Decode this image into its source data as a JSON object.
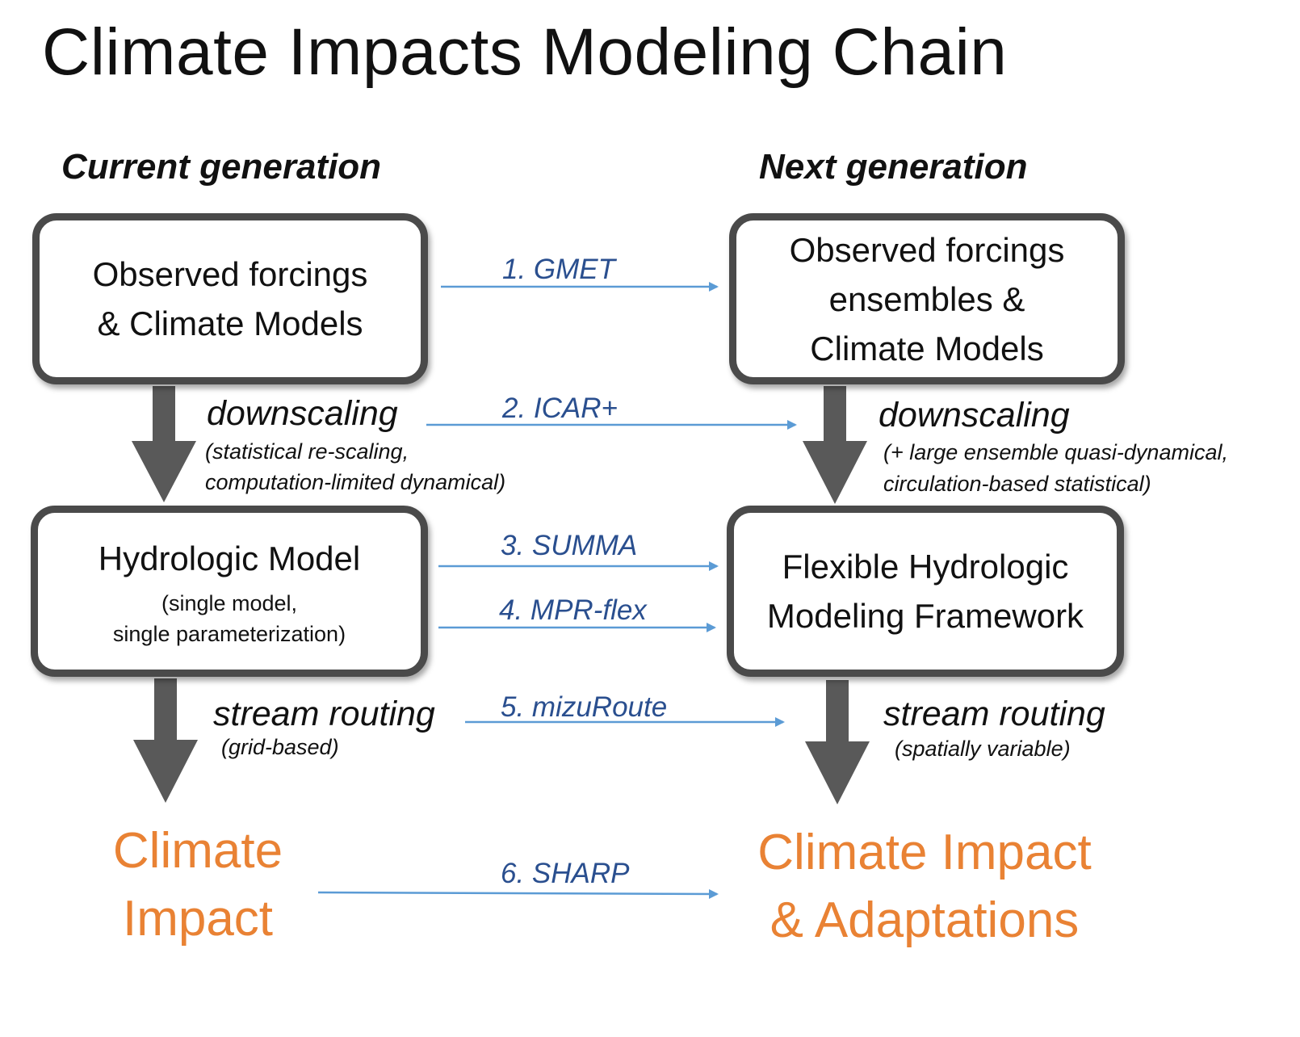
{
  "title": "Climate Impacts Modeling Chain",
  "columns": {
    "current": "Current generation",
    "next": "Next generation"
  },
  "current": {
    "forcings_box": [
      "Observed forcings",
      "& Climate Models"
    ],
    "downscaling": {
      "label": "downscaling",
      "notes": [
        "(statistical re-scaling,",
        "computation-limited dynamical)"
      ]
    },
    "hydro_box": {
      "title": "Hydrologic Model",
      "notes": [
        "(single model,",
        "single parameterization)"
      ]
    },
    "routing": {
      "label": "stream routing",
      "note": "(grid-based)"
    },
    "impact": [
      "Climate",
      "Impact"
    ]
  },
  "next": {
    "forcings_box": [
      "Observed forcings",
      "ensembles &",
      "Climate Models"
    ],
    "downscaling": {
      "label": "downscaling",
      "notes": [
        "(+ large ensemble quasi-dynamical,",
        "circulation-based statistical)"
      ]
    },
    "hydro_box": [
      "Flexible Hydrologic",
      "Modeling Framework"
    ],
    "routing": {
      "label": "stream routing",
      "note": "(spatially variable)"
    },
    "impact": [
      "Climate Impact",
      "& Adaptations"
    ]
  },
  "steps": [
    "1. GMET",
    "2. ICAR+",
    "3. SUMMA",
    "4. MPR-flex",
    "5. mizuRoute",
    "6. SHARP"
  ],
  "colors": {
    "box_border": "#4a4a4a",
    "big_arrow": "#595959",
    "step_arrow": "#5b9bd5",
    "step_text": "#2a4f8f",
    "outcome": "#e98234"
  }
}
